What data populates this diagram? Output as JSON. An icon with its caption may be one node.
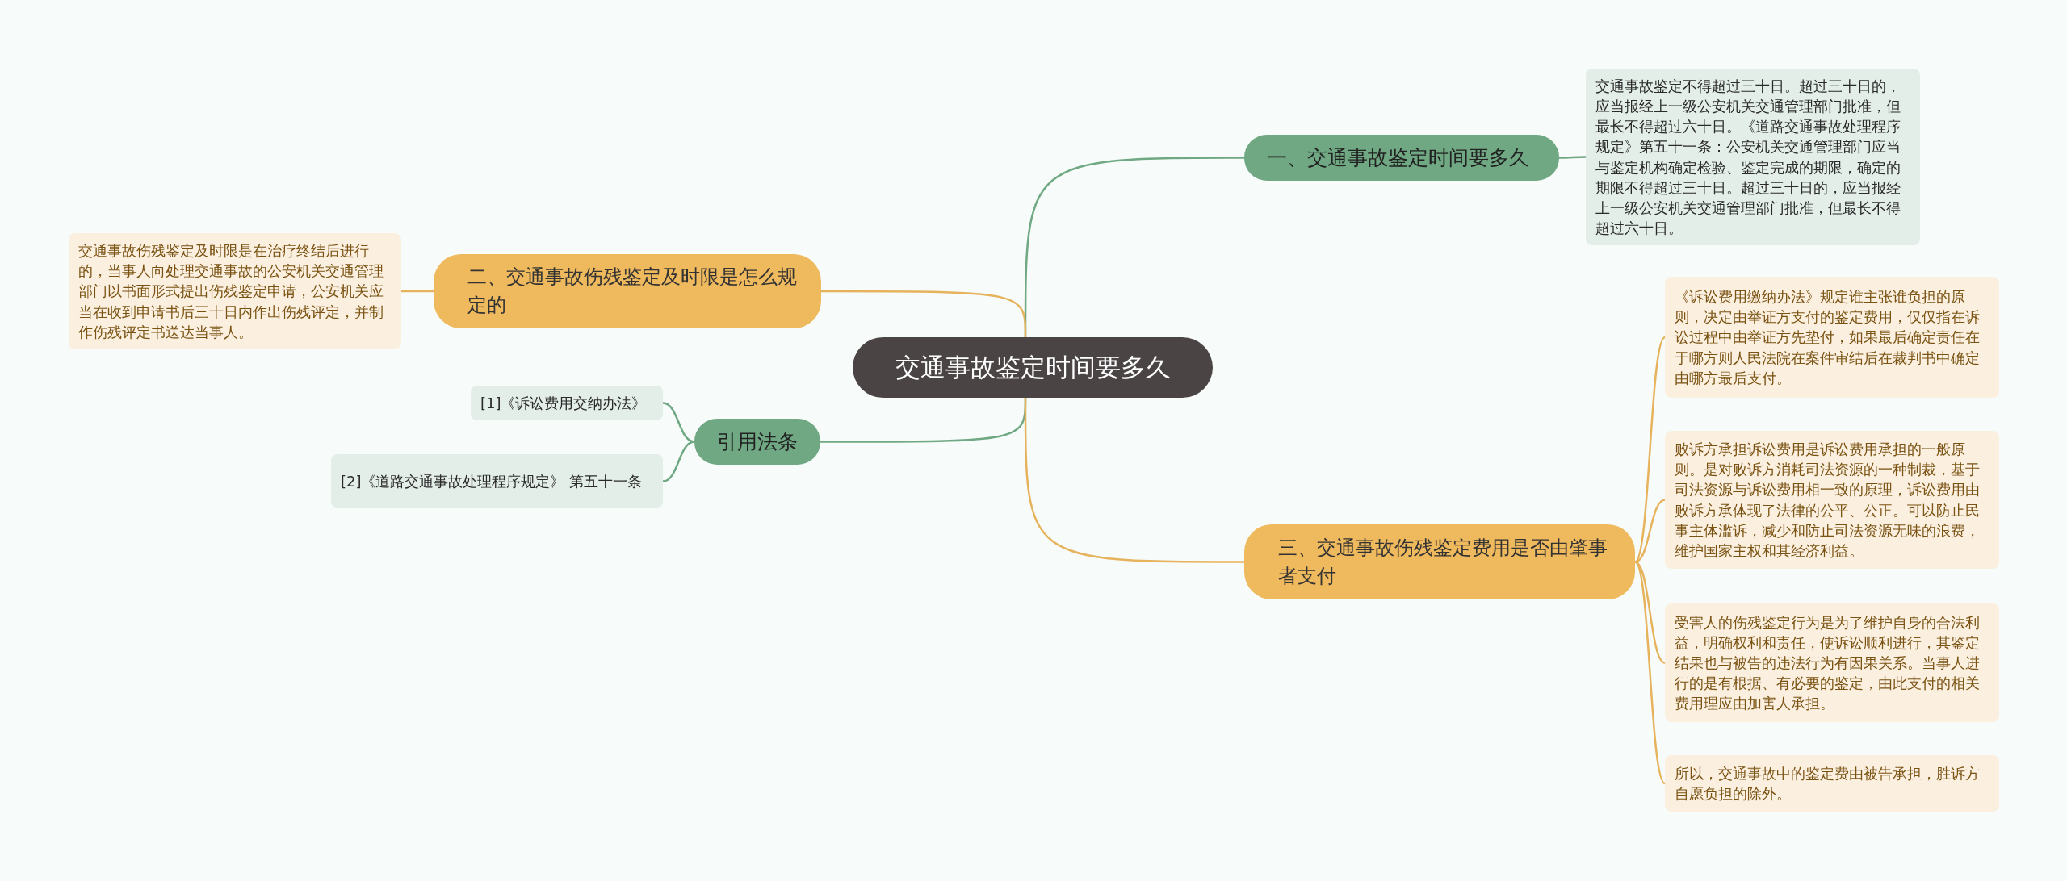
{
  "diagram": {
    "nodes": [
      {
        "text": [
          "交通事故鉴定时间要多久"
        ]
      },
      {
        "text": [
          "一、交通事故鉴定时间要多久"
        ]
      },
      {
        "text": [
          "交通事故鉴定不得超过三十日。超过三十日的，应当报经上一级公安机关交通管理部门批准，但最长不得超过六十日。《道路交通事故处理程序规定》第五十一条：公安机关交通管理部门应当与鉴定机构确定检验、鉴定完成的期限，确定的期限不得超过三十日。超过三十日的，应当报经上一级公安机关交通管理部门批准，但最长不得超过六十日。"
        ]
      },
      {
        "text": [
          "二、交通事故伤残鉴定及时限是怎么规定的"
        ]
      },
      {
        "text": [
          "交通事故伤残鉴定及时限是在治疗终结后进行的，当事人向处理交通事故的公安机关交通管理部门以书面形式提出伤残鉴定申请，公安机关应当在收到申请书后三十日内作出伤残评定，并制作伤残评定书送达当事人。"
        ]
      },
      {
        "text": [
          "引用法条"
        ]
      },
      {
        "text": [
          "[1]《诉讼费用交纳办法》"
        ]
      },
      {
        "text": [
          "[2]《道路交通事故处理程序规定》 第五十一条"
        ]
      },
      {
        "text": [
          "三、交通事故伤残鉴定费用是否由肇事者支付"
        ]
      },
      {
        "text": [
          "《诉讼费用缴纳办法》规定谁主张谁负担的原则，决定由举证方支付的鉴定费用，仅仅指在诉讼过程中由举证方先垫付，如果最后确定责任在于哪方则人民法院在案件审结后在裁判书中确定由哪方最后支付。"
        ]
      },
      {
        "text": [
          "败诉方承担诉讼费用是诉讼费用承担的一般原则。是对败诉方消耗司法资源的一种制裁，基于司法资源与诉讼费用相一致的原理，诉讼费用由败诉方承体现了法律的公平、公正。可以防止民事主体滥诉，减少和防止司法资源无味的浪费，维护国家主权和其经济利益。"
        ]
      },
      {
        "text": [
          "受害人的伤残鉴定行为是为了维护自身的合法利益，明确权利和责任，使诉讼顺利进行，其鉴定结果也与被告的违法行为有因果关系。当事人进行的是有根据、有必要的鉴定，由此支付的相关费用理应由加害人承担。"
        ]
      },
      {
        "text": [
          "所以，交通事故中的鉴定费由被告承担，胜诉方自愿负担的除外。"
        ]
      }
    ],
    "edges": [
      {
        "from": 0,
        "to": 1,
        "arrow": "none",
        "color": "#6fa882"
      },
      {
        "from": 1,
        "to": 2,
        "arrow": "none",
        "color": "#6fa882"
      },
      {
        "from": 0,
        "to": 3,
        "arrow": "none"
      },
      {
        "from": 3,
        "to": 4,
        "arrow": "none"
      },
      {
        "from": 0,
        "to": 5,
        "arrow": "none",
        "color": "#6fa882"
      },
      {
        "from": 5,
        "to": 6,
        "arrow": "none",
        "color": "#6fa882"
      },
      {
        "from": 5,
        "to": 7,
        "arrow": "none",
        "color": "#6fa882"
      },
      {
        "from": 0,
        "to": 8,
        "arrow": "none"
      },
      {
        "from": 8,
        "to": 9,
        "arrow": "none"
      },
      {
        "from": 8,
        "to": 10,
        "arrow": "none"
      },
      {
        "from": 8,
        "to": 11,
        "arrow": "none"
      },
      {
        "from": 8,
        "to": 12,
        "arrow": "none"
      }
    ]
  }
}
